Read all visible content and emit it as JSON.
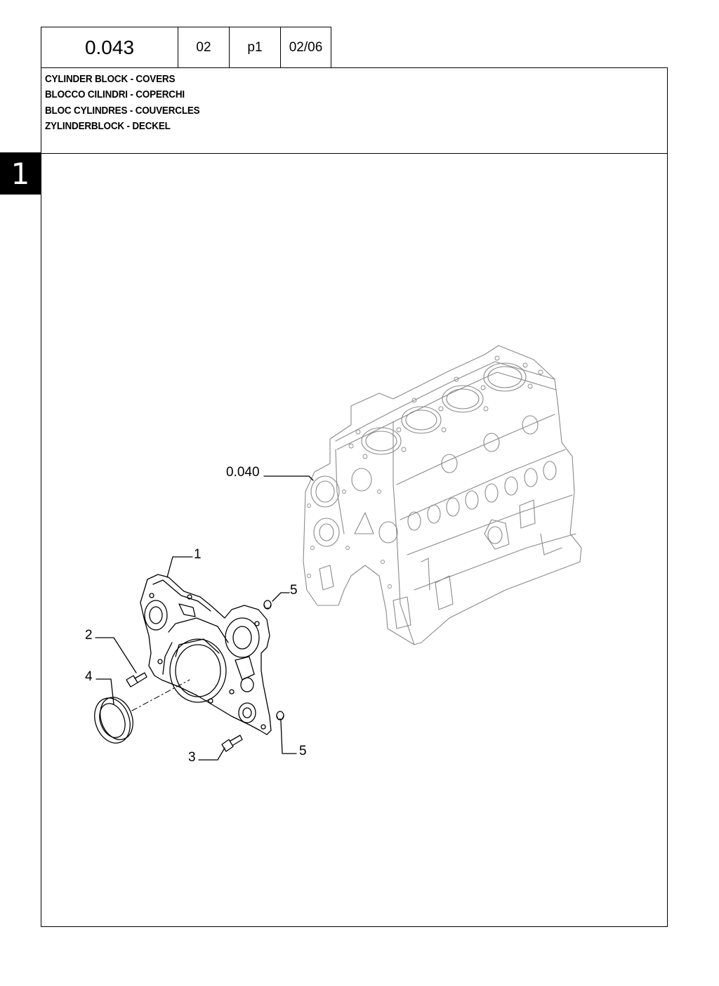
{
  "header": {
    "code": "0.043",
    "version": "02",
    "page": "p1",
    "date": "02/06"
  },
  "titles": [
    "CYLINDER BLOCK - COVERS",
    "BLOCCO CILINDRI - COPERCHI",
    "BLOC CYLINDRES - COUVERCLES",
    "ZYLINDERBLOCK - DECKEL"
  ],
  "section_tab": "1",
  "callouts": {
    "ref": "0.040",
    "c1": "1",
    "c2": "2",
    "c3": "3",
    "c4": "4",
    "c5a": "5",
    "c5b": "5"
  }
}
